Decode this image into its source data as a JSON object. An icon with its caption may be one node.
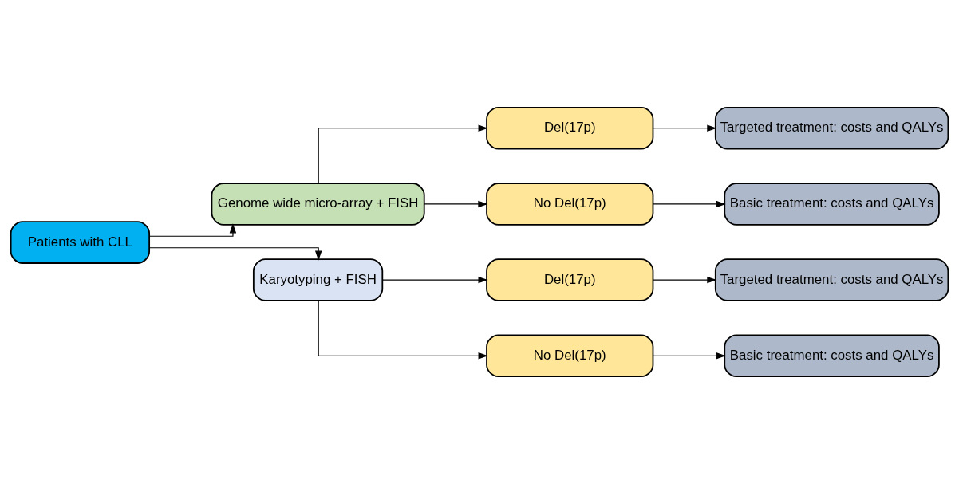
{
  "diagram": {
    "nodes": [
      {
        "text": [
          "Patients with CLL"
        ]
      },
      {
        "text": [
          "Genome wide micro-array + FISH"
        ]
      },
      {
        "text": [
          "Karyotyping + FISH"
        ]
      },
      {
        "text": [
          "Del(17p)"
        ]
      },
      {
        "text": [
          "No Del(17p)"
        ]
      },
      {
        "text": [
          "Del(17p)"
        ]
      },
      {
        "text": [
          "No Del(17p)"
        ]
      },
      {
        "text": [
          "Targeted treatment: costs and QALYs"
        ]
      },
      {
        "text": [
          "Basic treatment: costs and QALYs"
        ]
      },
      {
        "text": [
          "Targeted treatment: costs and QALYs"
        ]
      },
      {
        "text": [
          "Basic treatment: costs and QALYs"
        ]
      }
    ],
    "edges": [
      {
        "from": 0,
        "to": 1,
        "arrow": "to"
      },
      {
        "from": 0,
        "to": 2,
        "arrow": "to"
      },
      {
        "from": 1,
        "to": 3,
        "arrow": "to"
      },
      {
        "from": 1,
        "to": 4,
        "arrow": "to"
      },
      {
        "from": 2,
        "to": 5,
        "arrow": "to"
      },
      {
        "from": 2,
        "to": 6,
        "arrow": "to"
      },
      {
        "from": 3,
        "to": 7,
        "arrow": "to"
      },
      {
        "from": 4,
        "to": 8,
        "arrow": "to"
      },
      {
        "from": 5,
        "to": 9,
        "arrow": "to"
      },
      {
        "from": 6,
        "to": 10,
        "arrow": "to"
      }
    ]
  }
}
